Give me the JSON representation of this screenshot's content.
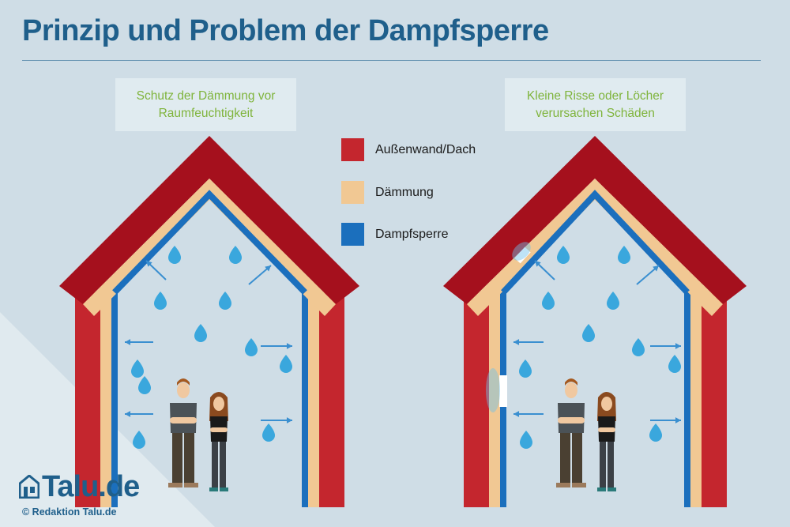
{
  "title": "Prinzip und Problem der Dampfsperre",
  "captions": {
    "left": [
      "Schutz der Dämmung vor",
      "Raumfeuchtigkeit"
    ],
    "right": [
      "Kleine Risse oder Löcher",
      "verursachen Schäden"
    ]
  },
  "legend": [
    {
      "label": "Außenwand/Dach",
      "color": "#c4262e"
    },
    {
      "label": "Dämmung",
      "color": "#f1c893"
    },
    {
      "label": "Dampfsperre",
      "color": "#1b6fbd"
    }
  ],
  "colors": {
    "background": "#cfdde6",
    "roof": "#a5101d",
    "wall": "#c4262e",
    "insulation": "#f1c893",
    "vapor_barrier": "#1b6fbd",
    "droplet": "#3aa7dd",
    "arrow": "#3a8fd0",
    "title": "#1f5f8b",
    "caption_text": "#7fb43c"
  },
  "branding": {
    "logo": "Talu.de",
    "copyright": "© Redaktion Talu.de"
  }
}
